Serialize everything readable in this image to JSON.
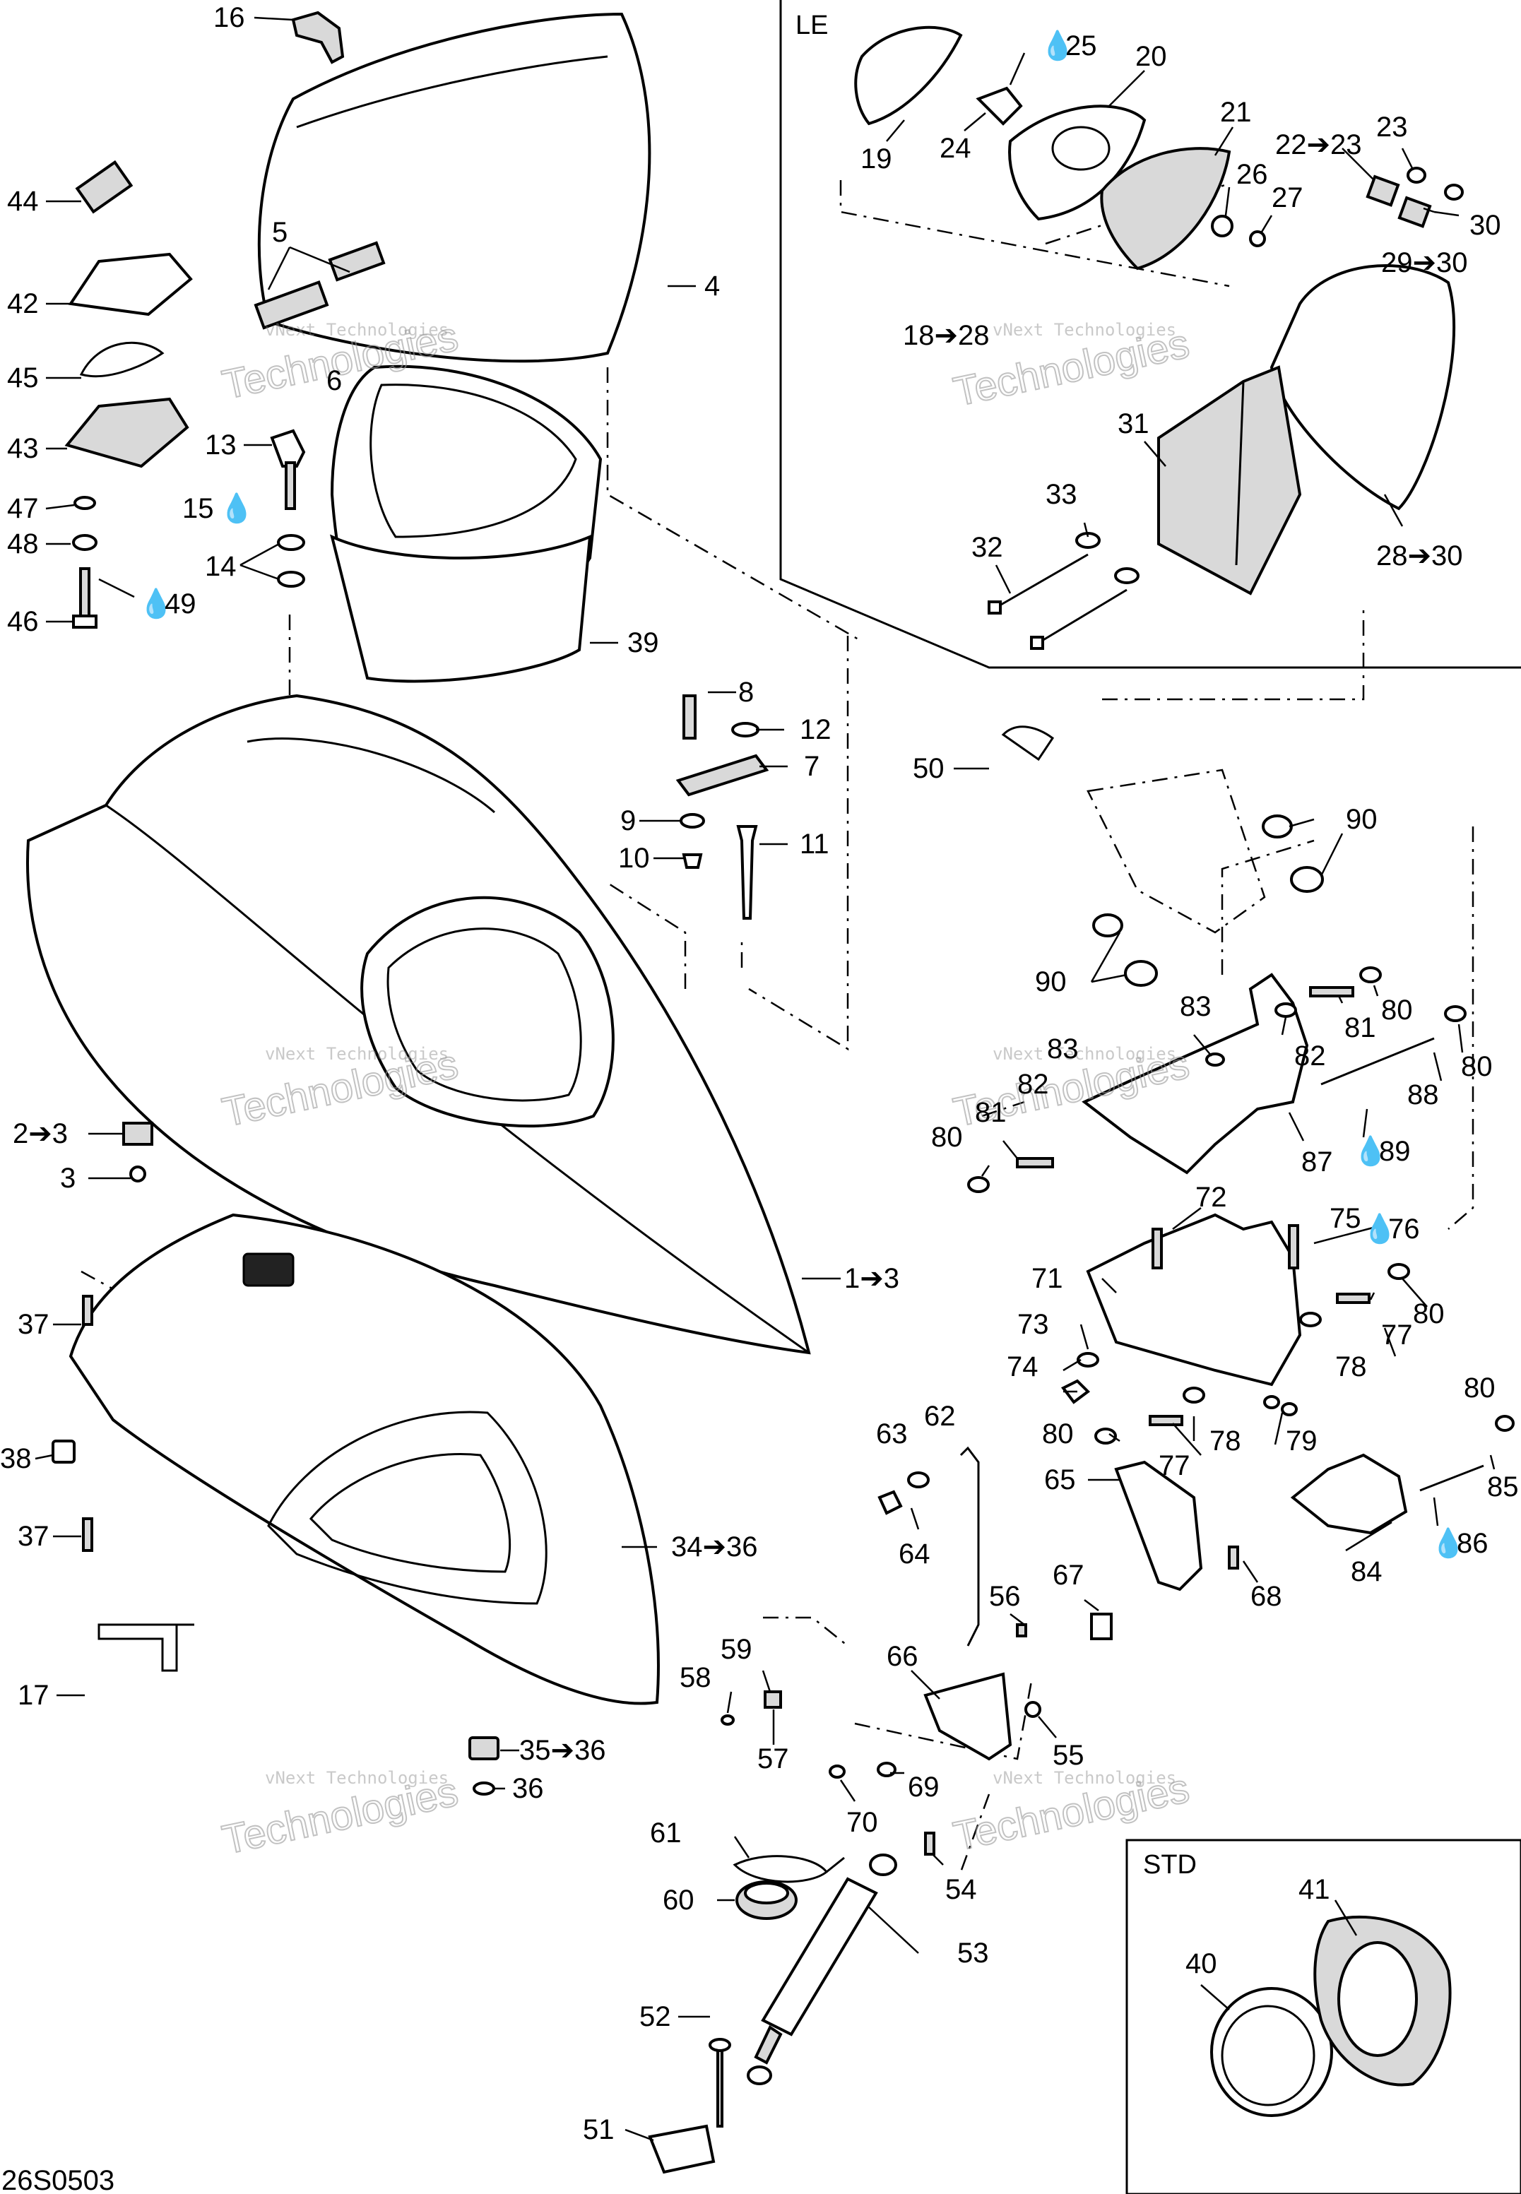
{
  "figure_code": "26S0503",
  "boxes": {
    "le_label": "LE",
    "std_label": "STD"
  },
  "watermark": {
    "small": "vNext Technologies",
    "big": "Technologies"
  },
  "callouts": [
    {
      "id": "16",
      "text": "16"
    },
    {
      "id": "4",
      "text": "4"
    },
    {
      "id": "44",
      "text": "44"
    },
    {
      "id": "5",
      "text": "5"
    },
    {
      "id": "42",
      "text": "42"
    },
    {
      "id": "45",
      "text": "45"
    },
    {
      "id": "6",
      "text": "6"
    },
    {
      "id": "43",
      "text": "43"
    },
    {
      "id": "13",
      "text": "13"
    },
    {
      "id": "15",
      "text": "15"
    },
    {
      "id": "47",
      "text": "47"
    },
    {
      "id": "48",
      "text": "48"
    },
    {
      "id": "14",
      "text": "14"
    },
    {
      "id": "46",
      "text": "46"
    },
    {
      "id": "49",
      "text": "49"
    },
    {
      "id": "39",
      "text": "39"
    },
    {
      "id": "8",
      "text": "8"
    },
    {
      "id": "12",
      "text": "12"
    },
    {
      "id": "7",
      "text": "7"
    },
    {
      "id": "9",
      "text": "9"
    },
    {
      "id": "11",
      "text": "11"
    },
    {
      "id": "10",
      "text": "10"
    },
    {
      "id": "2to3",
      "text": "2➔3"
    },
    {
      "id": "3",
      "text": "3"
    },
    {
      "id": "1to3",
      "text": "1➔3"
    },
    {
      "id": "37a",
      "text": "37"
    },
    {
      "id": "38",
      "text": "38"
    },
    {
      "id": "37b",
      "text": "37"
    },
    {
      "id": "34to36",
      "text": "34➔36"
    },
    {
      "id": "17",
      "text": "17"
    },
    {
      "id": "35to36",
      "text": "35➔36"
    },
    {
      "id": "36",
      "text": "36"
    },
    {
      "id": "25",
      "text": "25"
    },
    {
      "id": "20",
      "text": "20"
    },
    {
      "id": "19",
      "text": "19"
    },
    {
      "id": "24",
      "text": "24"
    },
    {
      "id": "21",
      "text": "21"
    },
    {
      "id": "22to23",
      "text": "22➔23"
    },
    {
      "id": "23",
      "text": "23"
    },
    {
      "id": "26",
      "text": "26"
    },
    {
      "id": "27",
      "text": "27"
    },
    {
      "id": "30",
      "text": "30"
    },
    {
      "id": "29to30",
      "text": "29➔30"
    },
    {
      "id": "18to28",
      "text": "18➔28"
    },
    {
      "id": "31",
      "text": "31"
    },
    {
      "id": "33",
      "text": "33"
    },
    {
      "id": "32",
      "text": "32"
    },
    {
      "id": "28to30",
      "text": "28➔30"
    },
    {
      "id": "50",
      "text": "50"
    },
    {
      "id": "90a",
      "text": "90"
    },
    {
      "id": "90b",
      "text": "90"
    },
    {
      "id": "83a",
      "text": "83"
    },
    {
      "id": "81a",
      "text": "81"
    },
    {
      "id": "80a",
      "text": "80"
    },
    {
      "id": "82a",
      "text": "82"
    },
    {
      "id": "80b",
      "text": "80"
    },
    {
      "id": "88",
      "text": "88"
    },
    {
      "id": "83b",
      "text": "83"
    },
    {
      "id": "82b",
      "text": "82"
    },
    {
      "id": "81b",
      "text": "81"
    },
    {
      "id": "80c",
      "text": "80"
    },
    {
      "id": "87",
      "text": "87"
    },
    {
      "id": "89",
      "text": "89"
    },
    {
      "id": "72",
      "text": "72"
    },
    {
      "id": "75",
      "text": "75"
    },
    {
      "id": "76",
      "text": "76"
    },
    {
      "id": "71",
      "text": "71"
    },
    {
      "id": "73",
      "text": "73"
    },
    {
      "id": "77a",
      "text": "77"
    },
    {
      "id": "80d",
      "text": "80"
    },
    {
      "id": "78a",
      "text": "78"
    },
    {
      "id": "74",
      "text": "74"
    },
    {
      "id": "80e",
      "text": "80"
    },
    {
      "id": "62",
      "text": "62"
    },
    {
      "id": "63",
      "text": "63"
    },
    {
      "id": "80f",
      "text": "80"
    },
    {
      "id": "77b",
      "text": "77"
    },
    {
      "id": "78b",
      "text": "78"
    },
    {
      "id": "79",
      "text": "79"
    },
    {
      "id": "85",
      "text": "85"
    },
    {
      "id": "65",
      "text": "65"
    },
    {
      "id": "64",
      "text": "64"
    },
    {
      "id": "86",
      "text": "86"
    },
    {
      "id": "84",
      "text": "84"
    },
    {
      "id": "68",
      "text": "68"
    },
    {
      "id": "67",
      "text": "67"
    },
    {
      "id": "56",
      "text": "56"
    },
    {
      "id": "59",
      "text": "59"
    },
    {
      "id": "66",
      "text": "66"
    },
    {
      "id": "58",
      "text": "58"
    },
    {
      "id": "57",
      "text": "57"
    },
    {
      "id": "55",
      "text": "55"
    },
    {
      "id": "69",
      "text": "69"
    },
    {
      "id": "70",
      "text": "70"
    },
    {
      "id": "61",
      "text": "61"
    },
    {
      "id": "54",
      "text": "54"
    },
    {
      "id": "60",
      "text": "60"
    },
    {
      "id": "53",
      "text": "53"
    },
    {
      "id": "41",
      "text": "41"
    },
    {
      "id": "40",
      "text": "40"
    },
    {
      "id": "52",
      "text": "52"
    },
    {
      "id": "51",
      "text": "51"
    }
  ]
}
